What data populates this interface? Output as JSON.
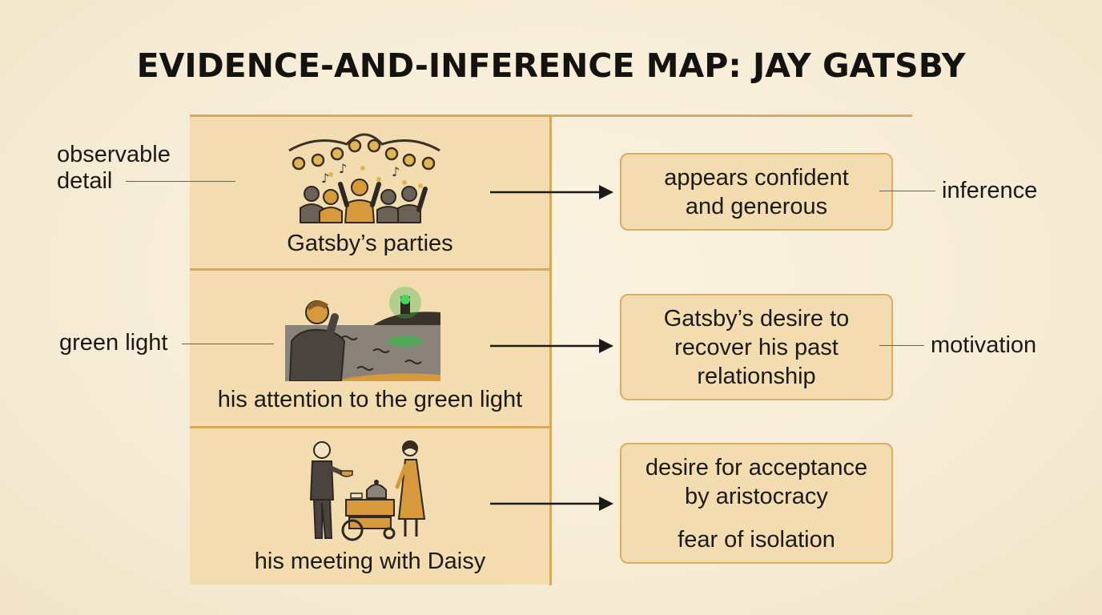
{
  "title": "EVIDENCE-AND-INFERENCE MAP: JAY GATSBY",
  "side_labels": {
    "observable_detail_1": "observable",
    "observable_detail_2": "detail",
    "green_light": "green light",
    "inference": "inference",
    "motivation": "motivation"
  },
  "evidence": [
    {
      "label": "Gatsby’s parties",
      "icon": "party-icon"
    },
    {
      "label": "his attention to the green light",
      "icon": "green-light-icon"
    },
    {
      "label": "his meeting with Daisy",
      "icon": "meeting-icon"
    }
  ],
  "inferences": [
    {
      "lines": [
        "appears confident",
        "and generous"
      ]
    },
    {
      "lines": [
        "Gatsby’s desire to",
        "recover his past",
        "relationship"
      ]
    },
    {
      "lines": [
        "desire for acceptance",
        "by aristocracy"
      ],
      "extra": "fear of isolation"
    }
  ],
  "colors": {
    "accent": "#d9a85b",
    "cell_fill": "#f2dcb0",
    "box_border": "#ddac63",
    "green": "#3bb54a"
  }
}
